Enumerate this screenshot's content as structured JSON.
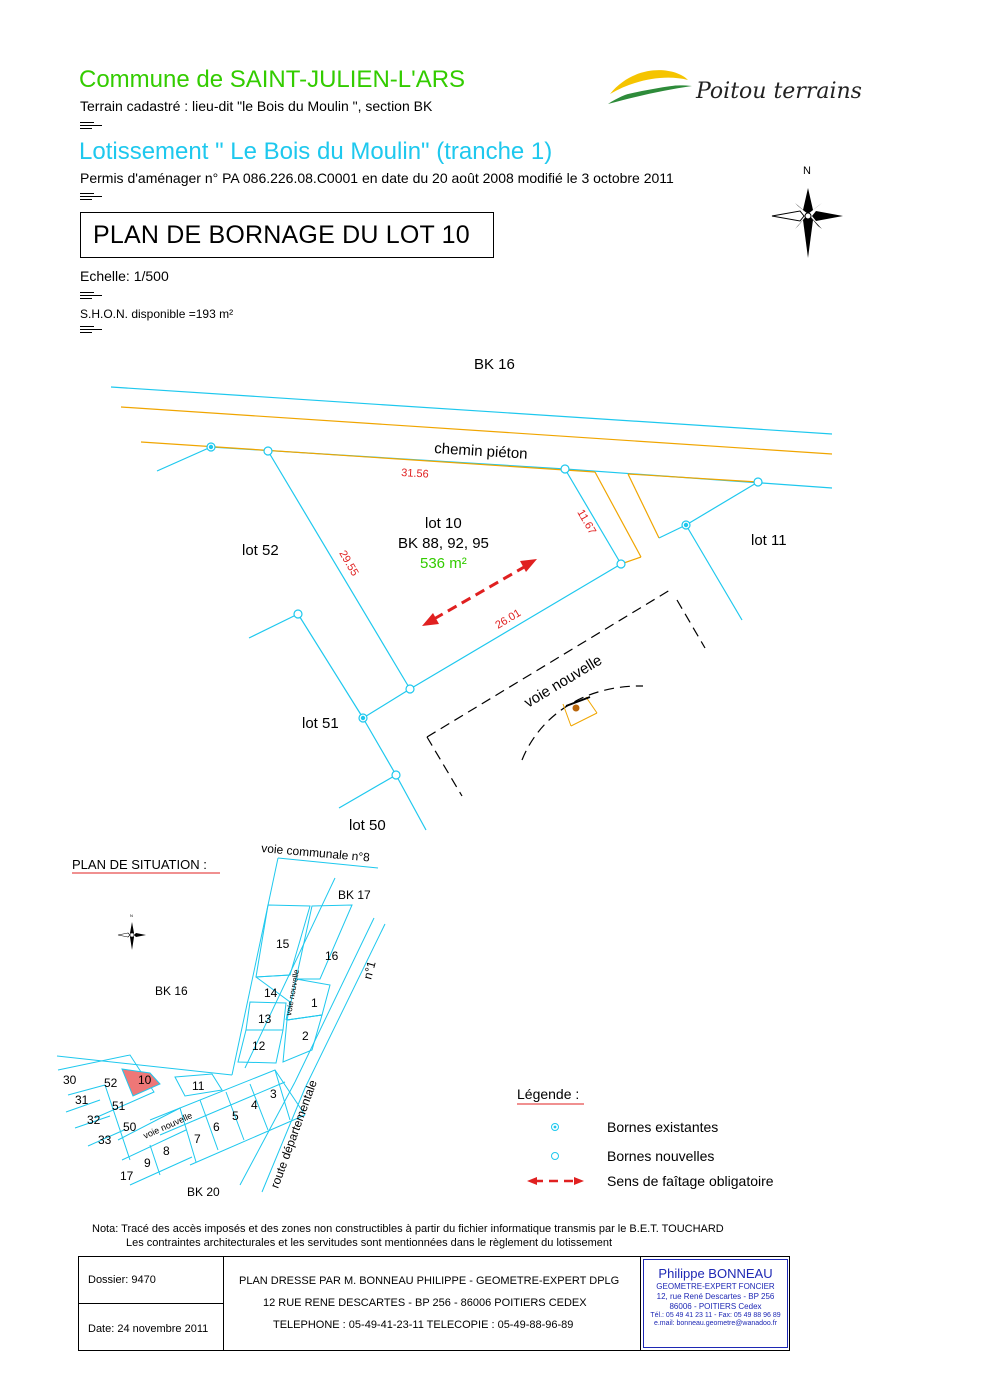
{
  "header": {
    "commune": "Commune de SAINT-JULIEN-L'ARS",
    "cadastre": "Terrain cadastré : lieu-dit \"le Bois du Moulin \", section BK",
    "lotissement": "Lotissement \" Le Bois du Moulin\"  (tranche 1)",
    "permis": "Permis d'aménager n° PA 086.226.08.C0001 en date du 20 août 2008 modifié le 3 octobre 2011",
    "title": "PLAN DE BORNAGE DU LOT 10",
    "echelle": "Echelle: 1/500",
    "shon": "S.H.O.N. disponible =193 m²"
  },
  "logo": {
    "text": "Poitou terrains"
  },
  "compass": {
    "north": "N"
  },
  "plan": {
    "bk16": "BK 16",
    "chemin": "chemin piéton",
    "lot10": "lot 10",
    "lot10_parcels": "BK 88, 92, 95",
    "lot10_area": "536 m²",
    "lot52": "lot 52",
    "lot51": "lot 51",
    "lot50": "lot 50",
    "lot11": "lot 11",
    "voie_nouvelle": "voie nouvelle",
    "dims": {
      "top": "31.56",
      "right": "11.67",
      "left": "29.55",
      "bottom": "26.01"
    }
  },
  "situation": {
    "title": "PLAN DE SITUATION :",
    "voie_communale": "voie communale n°8",
    "route_dept": "route   départementale",
    "n1": "n°1",
    "bk17": "BK 17",
    "bk16": "BK 16",
    "bk20": "BK 20",
    "voie_nouvelle": "voie nouvelle",
    "lots": [
      "30",
      "31",
      "32",
      "33",
      "52",
      "51",
      "50",
      "10",
      "11",
      "17",
      "9",
      "8",
      "7",
      "6",
      "5",
      "4",
      "3",
      "12",
      "13",
      "14",
      "15",
      "16",
      "1",
      "2"
    ],
    "compass_n": "N"
  },
  "legend": {
    "title": "Légende :",
    "items": [
      "Bornes existantes",
      "Bornes nouvelles",
      "Sens de faîtage obligatoire"
    ]
  },
  "note": {
    "line1": "Nota: Tracé des accès imposés et des zones non constructibles à partir du fichier informatique transmis par le B.E.T. TOUCHARD",
    "line2": "Les contraintes architecturales et les servitudes sont mentionnées dans le règlement du lotissement"
  },
  "footer": {
    "dossier": "Dossier: 9470",
    "date": "Date: 24 novembre 2011",
    "line1": "PLAN DRESSE PAR M. BONNEAU PHILIPPE - GEOMETRE-EXPERT DPLG",
    "line2": "12 RUE RENE DESCARTES - BP 256 - 86006 POITIERS CEDEX",
    "line3": "TELEPHONE : 05-49-41-23-11  TELECOPIE : 05-49-88-96-89",
    "geo_name": "Philippe BONNEAU",
    "geo_title": "GEOMETRE-EXPERT FONCIER",
    "geo_addr1": "12, rue René Descartes - BP 256",
    "geo_addr2": "86006 -  POITIERS Cedex",
    "geo_tel": "Tél.: 05 49 41 23 11 - Fax: 05 49 88 96 89",
    "geo_mail": "e.mail: bonneau.geometre@wanadoo.fr"
  },
  "colors": {
    "cyan": "#1ec8ee",
    "orange": "#f0a500",
    "red": "#e02020",
    "green": "#33cc00",
    "lot_fill": "#ee7777",
    "blue": "#1e28b4"
  }
}
